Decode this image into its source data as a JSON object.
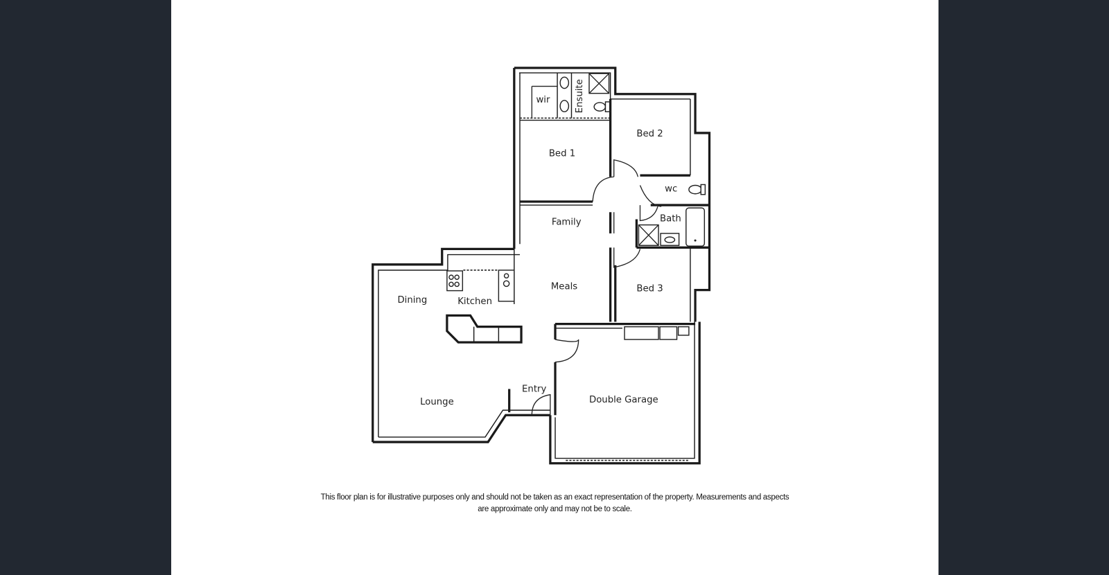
{
  "page": {
    "background_color": "#222831",
    "panel_color": "#ffffff"
  },
  "floor_plan": {
    "rooms": {
      "wir": "wir",
      "ensuite": "Ensuite",
      "bed1": "Bed 1",
      "bed2": "Bed 2",
      "wc": "wc",
      "bath": "Bath",
      "family": "Family",
      "meals": "Meals",
      "bed3": "Bed 3",
      "dining": "Dining",
      "kitchen": "Kitchen",
      "lounge": "Lounge",
      "entry": "Entry",
      "garage": "Double Garage"
    }
  },
  "disclaimer": {
    "line1": "This floor plan is for illustrative purposes only and should not be taken as an exact representation of the property.  Measurements and aspects",
    "line2": "are approximate only and may not be to scale."
  }
}
